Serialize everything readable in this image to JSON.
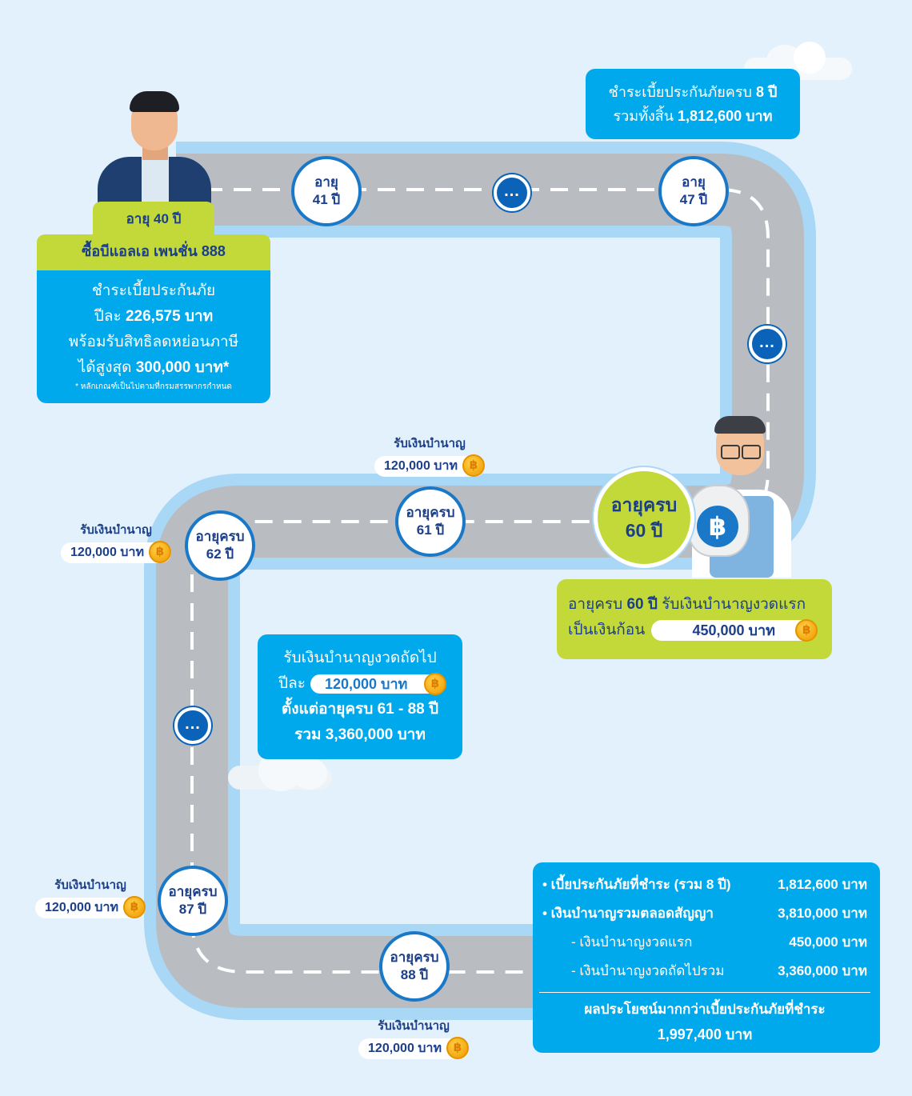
{
  "start_box": {
    "age": "อายุ 40 ปี",
    "product": "ซื้อบีแอลเอ เพนชั่น 888",
    "line1": "ชำระเบี้ยประกันภัย",
    "line2_prefix": "ปีละ ",
    "line2_value": "226,575 บาท",
    "line3": "พร้อมรับสิทธิลดหย่อนภาษี",
    "line4_prefix": "ได้สูงสุด ",
    "line4_value": "300,000 บาท*",
    "footnote": "* หลักเกณฑ์เป็นไปตามที่กรมสรรพากรกำหนด"
  },
  "premium_total_box": {
    "line1_prefix": "ชำระเบี้ยประกันภัยครบ ",
    "line1_value": "8 ปี",
    "line2_prefix": "รวมทั้งสิ้น ",
    "line2_value": "1,812,600 บาท"
  },
  "stops": {
    "age41": [
      "อายุ",
      "41 ปี"
    ],
    "age47": [
      "อายุ",
      "47 ปี"
    ],
    "age61": [
      "อายุครบ",
      "61 ปี"
    ],
    "age62": [
      "อายุครบ",
      "62 ปี"
    ],
    "age87": [
      "อายุครบ",
      "87 ปี"
    ],
    "age88": [
      "อายุครบ",
      "88 ปี"
    ],
    "age60": [
      "อายุครบ",
      "60 ปี"
    ]
  },
  "ellipsis": "...",
  "annuity": {
    "label": "รับเงินบำนาญ",
    "amount": "120,000 บาท"
  },
  "coin_symbol": "฿",
  "first_payout_box": {
    "line1_prefix": "อายุครบ ",
    "line1_bold": "60 ปี",
    "line1_suffix": " รับเงินบำนาญงวดแรก",
    "line2_prefix": "เป็นเงินก้อน",
    "line2_value": "450,000 บาท"
  },
  "next_payout_box": {
    "line1": "รับเงินบำนาญงวดถัดไป",
    "line2_prefix": "ปีละ",
    "line2_value": "120,000 บาท",
    "line3": "ตั้งแต่อายุครบ 61 - 88 ปี",
    "line4": "รวม 3,360,000 บาท"
  },
  "summary": {
    "rows": [
      {
        "label": "• เบี้ยประกันภัยที่ชำระ (รวม 8 ปี)",
        "value": "1,812,600 บาท"
      },
      {
        "label": "• เงินบำนาญรวมตลอดสัญญา",
        "value": "3,810,000 บาท"
      },
      {
        "label": "- เงินบำนาญงวดแรก",
        "value": "450,000 บาท"
      },
      {
        "label": "- เงินบำนาญงวดถัดไปรวม",
        "value": "3,360,000 บาท"
      }
    ],
    "benefit_label": "ผลประโยชน์มากกว่าเบี้ยประกันภัยที่ชำระ",
    "benefit_value": "1,997,400 บาท"
  },
  "colors": {
    "background": "#e3f1fc",
    "road": "#b9bdc2",
    "road_border": "#a9d7f6",
    "blue_panel": "#00a9ec",
    "green_panel": "#c3d93a",
    "navy_text": "#1b3f8a",
    "stop_border": "#1a78c8"
  }
}
